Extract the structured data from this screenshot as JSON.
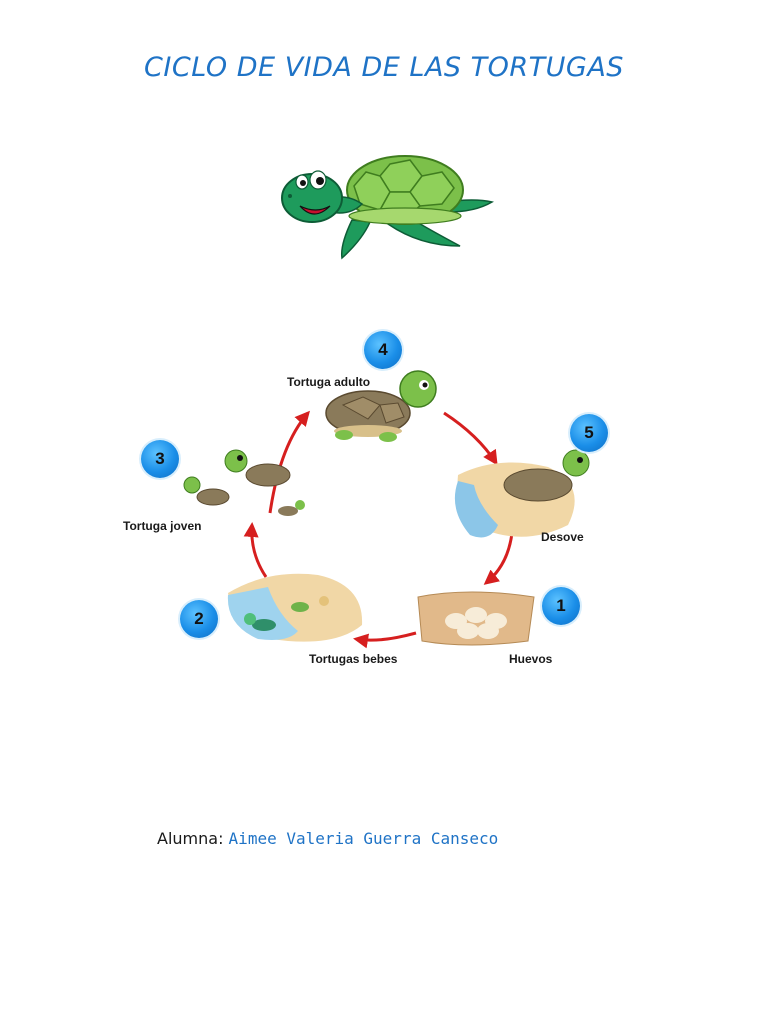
{
  "document": {
    "title": "CICLO DE VIDA DE LAS TORTUGAS",
    "colors": {
      "title": "#1f73c6",
      "shell": "#7cc04a",
      "skin": "#1e9b5c",
      "arrow": "#d61f1f",
      "badge": "#1a8ee8"
    }
  },
  "cycle": {
    "stages": [
      {
        "number": "1",
        "label": "Huevos"
      },
      {
        "number": "2",
        "label": "Tortugas bebes"
      },
      {
        "number": "3",
        "label": "Tortuga joven"
      },
      {
        "number": "4",
        "label": "Tortuga adulto"
      },
      {
        "number": "5",
        "label": "Desove"
      }
    ]
  },
  "student": {
    "label": "Alumna:",
    "name": "Aimee Valeria Guerra Canseco"
  }
}
